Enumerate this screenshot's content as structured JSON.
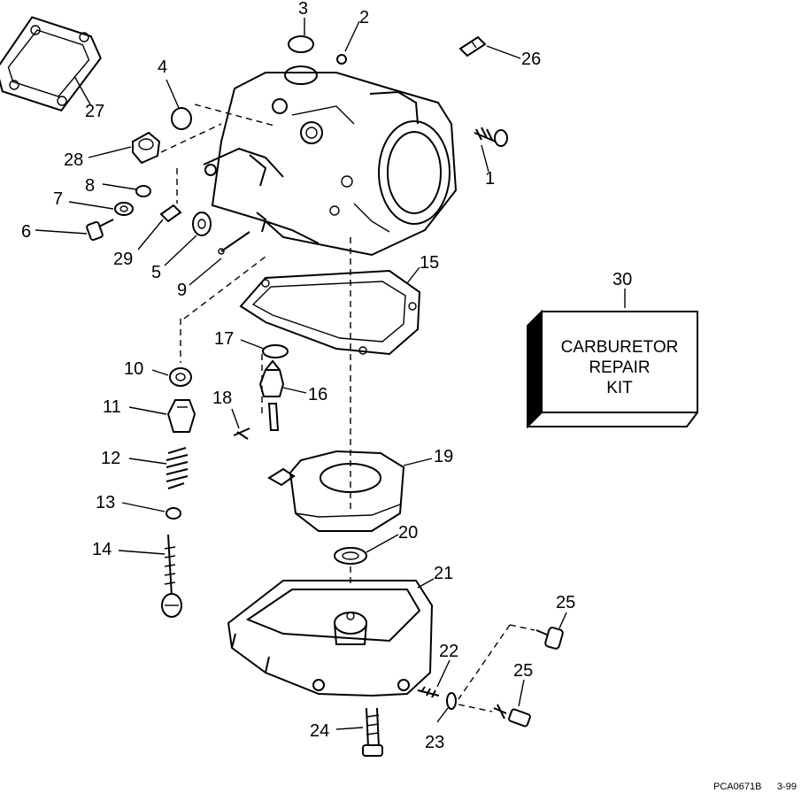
{
  "part_labels": [
    "1",
    "2",
    "3",
    "4",
    "5",
    "6",
    "7",
    "8",
    "9",
    "10",
    "11",
    "12",
    "13",
    "14",
    "15",
    "16",
    "17",
    "18",
    "19",
    "20",
    "21",
    "22",
    "23",
    "24",
    "25",
    "25",
    "26",
    "27",
    "28",
    "29",
    "30"
  ],
  "kit_box": {
    "line1": "CARBURETOR",
    "line2": "REPAIR",
    "line3": "KIT"
  },
  "figure_ref": "PCA0671B",
  "figure_date": "3-99"
}
